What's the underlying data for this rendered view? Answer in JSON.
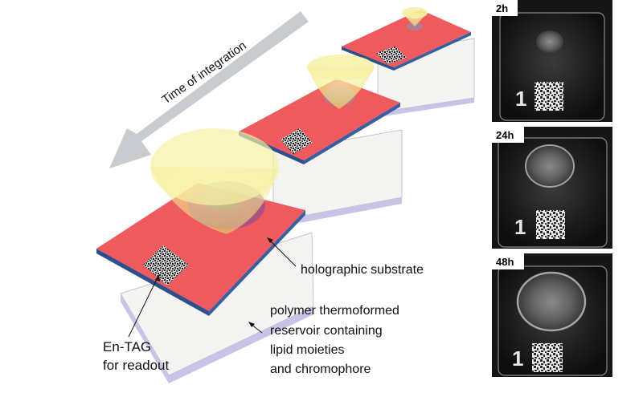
{
  "diagram": {
    "arrow_label": "Time of integration",
    "labels": {
      "holographic_substrate": "holographic substrate",
      "reservoir_line1": "polymer thermoformed",
      "reservoir_line2": "reservoir containing",
      "reservoir_line3": "lipid moieties",
      "reservoir_line4": "and chromophore",
      "entag_line1": "En-TAG",
      "entag_line2": "for readout"
    },
    "colors": {
      "substrate": "#ef5a5e",
      "substrate_edge": "#2e4f8a",
      "reservoir_top": "#f4f4f2",
      "reservoir_side": "#c8c4e8",
      "cone": "#f3ee88",
      "arrow": "#c8cbcf"
    }
  },
  "photos": [
    {
      "time": "2h",
      "number": "1"
    },
    {
      "time": "24h",
      "number": "1"
    },
    {
      "time": "48h",
      "number": "1"
    }
  ]
}
